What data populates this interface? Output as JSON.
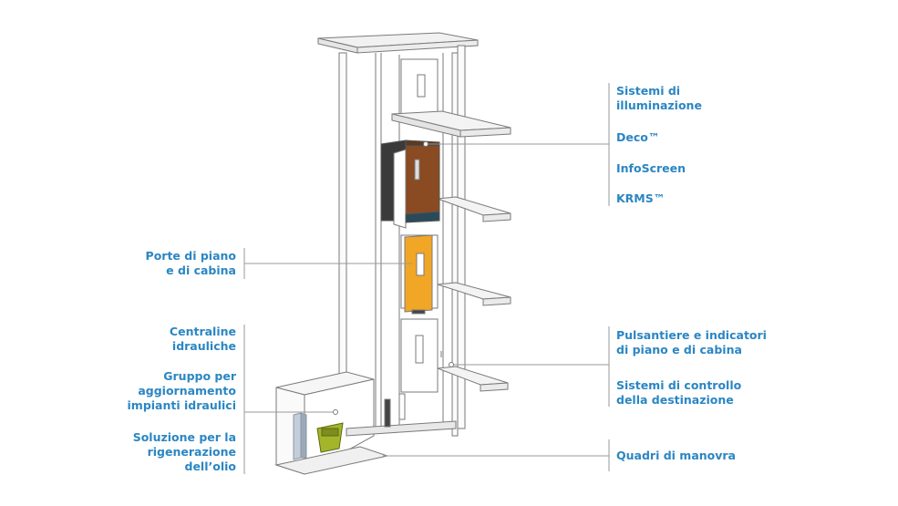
{
  "labels_left": {
    "doors": [
      "Porte di piano",
      "e di cabina"
    ],
    "power_units": [
      "Centraline",
      "idrauliche"
    ],
    "upgrade_group": [
      "Gruppo per",
      "aggiornamento",
      "impianti idraulici"
    ],
    "oil_solution": [
      "Soluzione per la",
      "rigenerazione",
      "dell’olio"
    ]
  },
  "labels_right": {
    "lighting": [
      "Sistemi di",
      "illuminazione"
    ],
    "deco": "Deco™",
    "infoscreen": "InfoScreen",
    "krms": "KRMS™",
    "push_buttons": [
      "Pulsantiere e indicatori",
      "di piano e di cabina"
    ],
    "destination_control": [
      "Sistemi di controllo",
      "della destinazione"
    ],
    "control_panels": "Quadri di manovra"
  },
  "colors": {
    "label_blue": "#2b86c3",
    "line_gray": "#9a9a9a",
    "cabin_brown": "#8a4a22",
    "door_yellow": "#f2a626",
    "cabin_dark": "#3a3a3a",
    "machine_green": "#a4b52c"
  }
}
